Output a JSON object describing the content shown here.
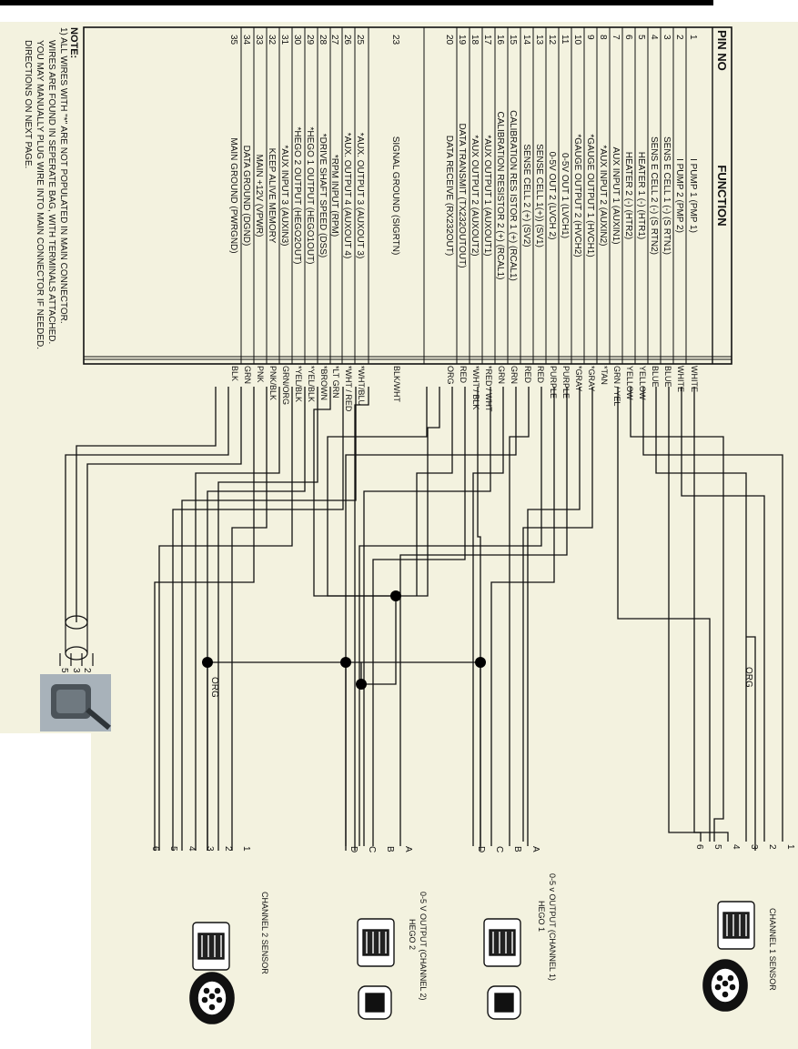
{
  "table": {
    "header_pin": "PIN NO",
    "header_function": "FUNCTION",
    "rows": [
      {
        "pin": "1",
        "func": "I PUMP 1 (PMP 1)",
        "color": "WHITE"
      },
      {
        "pin": "2",
        "func": "I PUMP 2 (PMP 2)",
        "color": "WHITE"
      },
      {
        "pin": "3",
        "func": "SENS E CELL 1 (-) (S RTN1)",
        "color": "BLUE"
      },
      {
        "pin": "4",
        "func": "SENS E CELL 2 (-) (S RTN2)",
        "color": "BLUE"
      },
      {
        "pin": "5",
        "func": "HEATER 1 (-) (HTR1)",
        "color": "YELLOW"
      },
      {
        "pin": "6",
        "func": "HEATER 2 (-) (HTR2)",
        "color": "YELLOW"
      },
      {
        "pin": "7",
        "func": "AUX INPUT 1 (AUXIN1)",
        "color": "GRN / YEL"
      },
      {
        "pin": "8",
        "func": "*AUX INPUT 2 (AUXIN2)",
        "color": "*TAN"
      },
      {
        "pin": "9",
        "func": "*GAUGE OUTPUT 1 (HVCH1)",
        "color": "*GRAY"
      },
      {
        "pin": "10",
        "func": "*GAUGE OUTPUT 2 (HVCH2)",
        "color": "*GRAY"
      },
      {
        "pin": "11",
        "func": "0-5V OUT 1 (LVCH1)",
        "color": "PURPLE"
      },
      {
        "pin": "12",
        "func": "0-5V OUT 2 (LVCH 2)",
        "color": "PURPLE"
      },
      {
        "pin": "13",
        "func": "SENSE CELL 1(+)) (SV1)",
        "color": "RED"
      },
      {
        "pin": "14",
        "func": "SENSE CELL 2 (+) (SV2)",
        "color": "RED"
      },
      {
        "pin": "15",
        "func": "CALIBRATION RES ISTOR 1 (+) (RCAL1)",
        "color": "GRN"
      },
      {
        "pin": "16",
        "func": "CALIBRATION RESISTOR 2 (+) (RCAL1)",
        "color": "GRN"
      },
      {
        "pin": "17",
        "func": "*AUX OUTPUT 1 (AUXOUT1)",
        "color": "*RED / WHT"
      },
      {
        "pin": "18",
        "func": "*AUX OUTPUT 2 (AUXOUT2)",
        "color": "*WHT / BLK"
      },
      {
        "pin": "19",
        "func": "DATA TRANSMIT (TX232OUTOUT)",
        "color": "RED"
      },
      {
        "pin": "20",
        "func": "DATA RECEIVE (RX232OUT)",
        "color": "ORG"
      },
      {
        "pin": "23",
        "func": "SIGNAL GROUND (SIGRTN)",
        "color": "BLK/WHT"
      },
      {
        "pin": "25",
        "func": "*AUX. OUTPUT 3 (AUXOUT 3)",
        "color": "*WHT/BLU"
      },
      {
        "pin": "26",
        "func": "*AUX. OUTPUT 4 (AUXOUT 4)",
        "color": "*WHT / RED"
      },
      {
        "pin": "27",
        "func": "*RPM INPUT (RPM)",
        "color": "*LT GRN"
      },
      {
        "pin": "28",
        "func": "*DRIVE SHAFT SPEED (DSS)",
        "color": "*BROWN"
      },
      {
        "pin": "29",
        "func": "*HEGO 1 OUTPUT (HEGO1OUT)",
        "color": "*YEL/BLK"
      },
      {
        "pin": "30",
        "func": "*HEGO 2 OUTPUT (HEGO2OUT)",
        "color": "*YEL/BLK"
      },
      {
        "pin": "31",
        "func": "*AUX INPUT 3 (AUXIN3)",
        "color": "GRN/ORG"
      },
      {
        "pin": "32",
        "func": "KEEP ALIVE MEMORY",
        "color": "PNK/BLK"
      },
      {
        "pin": "33",
        "func": "MAIN +12V (VPWR)",
        "color": "PNK"
      },
      {
        "pin": "34",
        "func": "DATA GROUND (DGND)",
        "color": "GRN"
      },
      {
        "pin": "35",
        "func": "MAIN GROUND (PWRGND)",
        "color": "BLK"
      }
    ]
  },
  "note": {
    "title": "NOTE:",
    "lines": [
      "1) ALL WIRES WITH \"*\" ARE NOT POPULATED IN MAIN CONNECTOR.",
      "WIRES ARE FOUND IN SEPERATE BAG, WITH TERMINALS ATTACHED.",
      "YOU MAY MANUALLY PLUG WIRE INTO MAIN CONNECTOR IF NEEDED.",
      "DIRECTIONS ON NEXT PAGE."
    ]
  },
  "wire_labels": {
    "org_1": "ORG",
    "org_2": "ORG"
  },
  "db9_pins": [
    "5",
    "3",
    "2"
  ],
  "connectors": {
    "channel1": {
      "title": "CHANNEL 1 SENSOR",
      "pins": [
        "1",
        "2",
        "3",
        "4",
        "5",
        "6"
      ]
    },
    "hego1": {
      "title": "0-5 v OUTPUT (CHANNEL 1)",
      "subtitle": "HEGO 1",
      "pins": [
        "A",
        "B",
        "C",
        "D"
      ]
    },
    "hego2": {
      "title": "0-5 V OUTPUT (CHANNEL 2)",
      "subtitle": "HEGO 2",
      "pins": [
        "A",
        "B",
        "C",
        "D"
      ]
    },
    "channel2": {
      "title": "CHANNEL 2 SENSOR",
      "pins": [
        "1",
        "2",
        "3",
        "4",
        "5",
        "6"
      ]
    }
  },
  "colors": {
    "paper": "#f3f2df",
    "ink": "#111111"
  }
}
